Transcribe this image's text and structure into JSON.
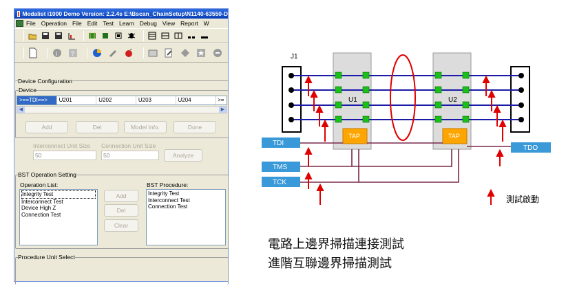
{
  "window": {
    "title": "Medalist i1000 Demo Version: 2.2.4s E:\\Bscan_ChainSetup\\N1140-63550-D"
  },
  "menu": [
    "File",
    "Operation",
    "File",
    "Edit",
    "Test",
    "Learn",
    "Debug",
    "View",
    "Report",
    "W"
  ],
  "device_config": {
    "title": "Device Configuration",
    "device_label": "Device",
    "tabs": [
      ">==TDI==>",
      "U201",
      "U202",
      "U203",
      "U204",
      ">="
    ],
    "buttons": {
      "add": "Add",
      "del": "Del",
      "model_info": "Model Info.",
      "done": "Done"
    },
    "interconnect_label": "Interconnect Unit Size",
    "connection_label": "Connection Unit Size",
    "interconnect_value": "50",
    "connection_value": "50",
    "analyze": "Analyze"
  },
  "bst": {
    "title": "BST Operation Setting",
    "operation_list_label": "Operation List:",
    "procedure_label": "BST Procedure:",
    "operation_list": [
      "Integrity Test",
      "Interconnect Test",
      "Device High Z",
      "Connection Test"
    ],
    "procedure_list": [
      "Integrity Test",
      "Interconnect Test",
      "Connection Test"
    ],
    "buttons": {
      "add": "Add",
      "del": "Del",
      "clear": "Clear"
    }
  },
  "procedure_unit": {
    "title": "Procedure Unit Select"
  },
  "diagram": {
    "j1": "J1",
    "u1": "U1",
    "u2": "U2",
    "tap": "TAP",
    "tdi": "TDI",
    "tdo": "TDO",
    "tms": "TMS",
    "tck": "TCK",
    "legend": "測試啟動",
    "colors": {
      "chip": "#dcdcdc",
      "pin": "#18c018",
      "tap": "#ffa500",
      "signal_box": "#3a9ad9",
      "wire": "#1a1aa8",
      "control_wire": "#7a2a4a",
      "arrow": "#e00000",
      "ellipse": "#e00000"
    }
  },
  "captions": [
    "電路上邊界掃描連接測試",
    "進階互聯邊界掃描測試"
  ]
}
